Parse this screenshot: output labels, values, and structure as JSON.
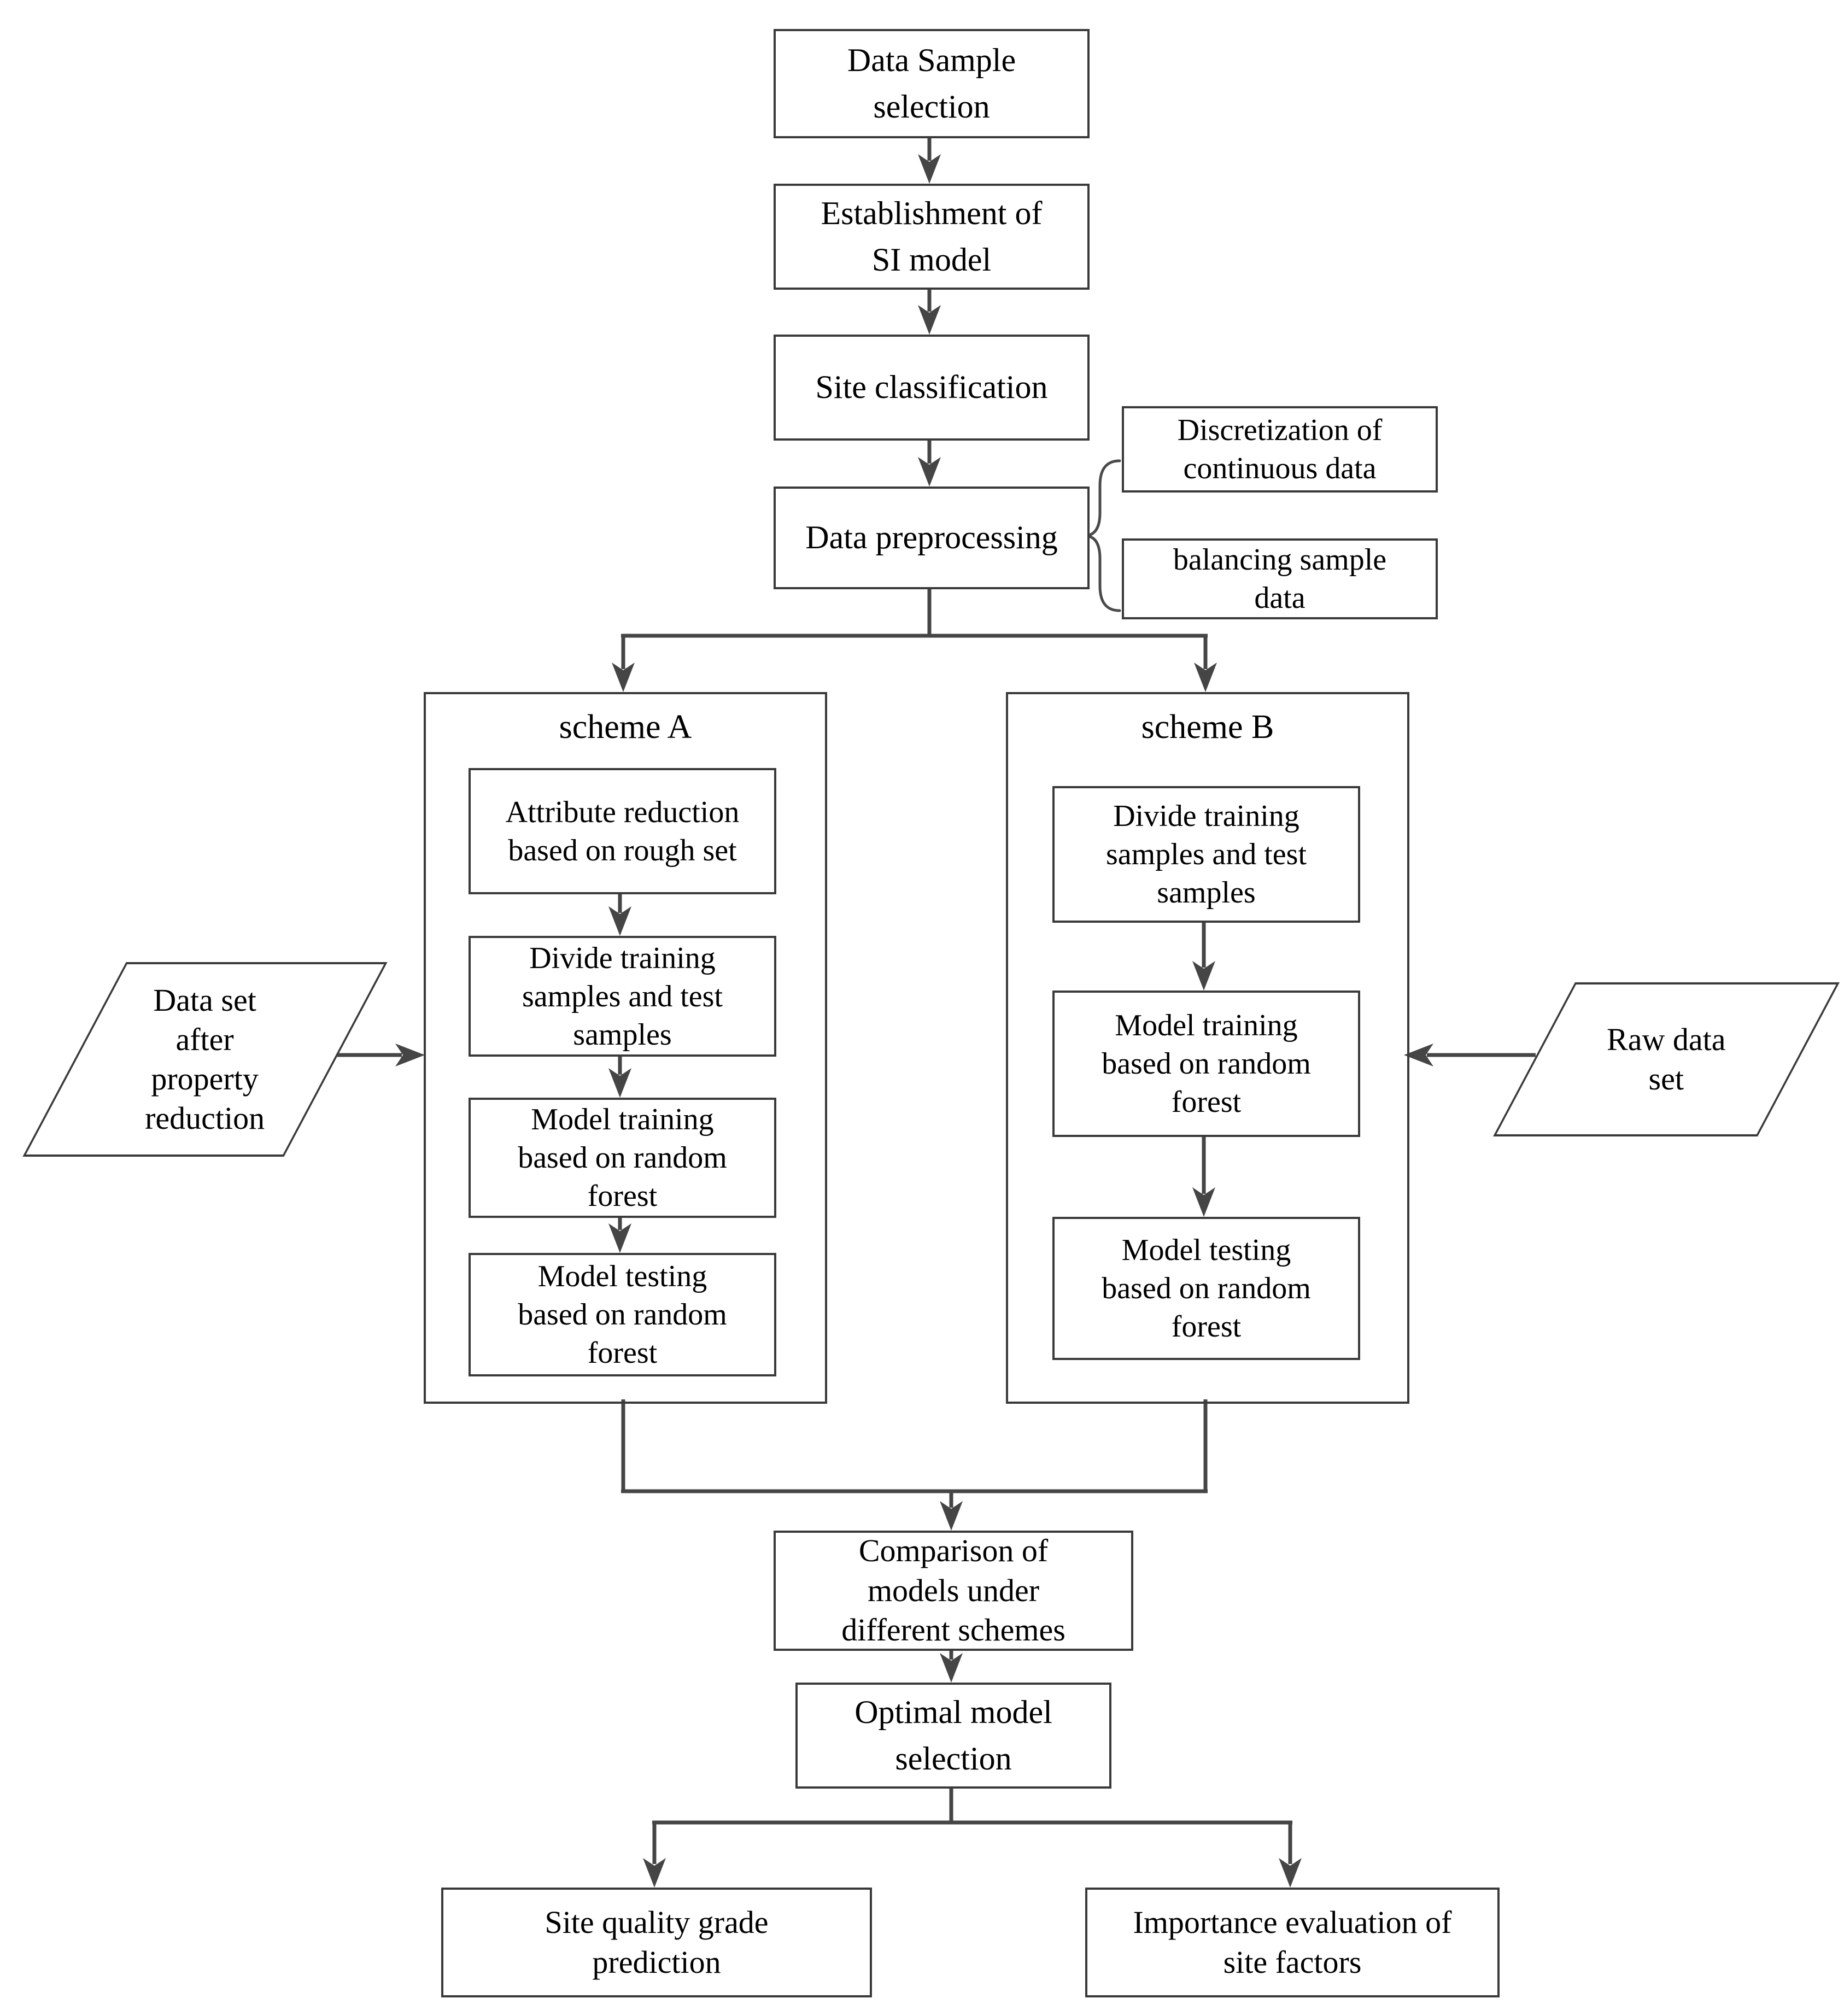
{
  "diagram": {
    "type": "flowchart",
    "colors": {
      "background": "#ffffff",
      "line": "#454545",
      "box_border": "#3a3a3a",
      "text": "#000000"
    },
    "nodes": {
      "data_sample": {
        "shape": "rect",
        "label": [
          "Data Sample",
          "selection"
        ]
      },
      "establishment": {
        "shape": "rect",
        "label": [
          "Establishment of",
          "SI model"
        ]
      },
      "site_classification": {
        "shape": "rect",
        "label": "Site classification"
      },
      "preprocessing": {
        "shape": "rect",
        "label": "Data preprocessing"
      },
      "discretization": {
        "shape": "rect",
        "label": [
          "Discretization of",
          "continuous data"
        ]
      },
      "balancing": {
        "shape": "rect",
        "label": [
          "balancing sample",
          "data"
        ]
      },
      "scheme_a": {
        "shape": "container",
        "label": "scheme A"
      },
      "a_attribute_reduction": {
        "shape": "rect",
        "label": [
          "Attribute reduction",
          "based on rough set"
        ]
      },
      "a_divide": {
        "shape": "rect",
        "label": [
          "Divide training",
          "samples and test",
          "samples"
        ]
      },
      "a_model_training": {
        "shape": "rect",
        "label": [
          "Model training",
          "based on random",
          "forest"
        ]
      },
      "a_model_testing": {
        "shape": "rect",
        "label": [
          "Model testing",
          "based on random",
          "forest"
        ]
      },
      "scheme_b": {
        "shape": "container",
        "label": "scheme B"
      },
      "b_divide": {
        "shape": "rect",
        "label": [
          "Divide training",
          "samples and test",
          "samples"
        ]
      },
      "b_model_training": {
        "shape": "rect",
        "label": [
          "Model training",
          "based on random",
          "forest"
        ]
      },
      "b_model_testing": {
        "shape": "rect",
        "label": [
          "Model testing",
          "based on random",
          "forest"
        ]
      },
      "dataset_after_reduction": {
        "shape": "parallelogram",
        "label": [
          "Data set",
          "after",
          "property",
          "reduction"
        ]
      },
      "raw_dataset": {
        "shape": "parallelogram",
        "label": [
          "Raw data",
          "set"
        ]
      },
      "comparison": {
        "shape": "rect",
        "label": [
          "Comparison of",
          "models under",
          "different schemes"
        ]
      },
      "optimal": {
        "shape": "rect",
        "label": [
          "Optimal model",
          "selection"
        ]
      },
      "site_quality": {
        "shape": "rect",
        "label": [
          "Site quality grade",
          "prediction"
        ]
      },
      "importance": {
        "shape": "rect",
        "label": [
          "Importance evaluation of",
          "site factors"
        ]
      }
    },
    "edges": [
      {
        "from": "data_sample",
        "to": "establishment"
      },
      {
        "from": "establishment",
        "to": "site_classification"
      },
      {
        "from": "site_classification",
        "to": "preprocessing"
      },
      {
        "from": "preprocessing",
        "to": "discretization",
        "style": "brace"
      },
      {
        "from": "preprocessing",
        "to": "balancing",
        "style": "brace"
      },
      {
        "from": "preprocessing",
        "to": "scheme_a"
      },
      {
        "from": "preprocessing",
        "to": "scheme_b"
      },
      {
        "from": "a_attribute_reduction",
        "to": "a_divide"
      },
      {
        "from": "a_divide",
        "to": "a_model_training"
      },
      {
        "from": "a_model_training",
        "to": "a_model_testing"
      },
      {
        "from": "b_divide",
        "to": "b_model_training"
      },
      {
        "from": "b_model_training",
        "to": "b_model_testing"
      },
      {
        "from": "dataset_after_reduction",
        "to": "scheme_a"
      },
      {
        "from": "raw_dataset",
        "to": "scheme_b"
      },
      {
        "from": "scheme_a",
        "to": "comparison"
      },
      {
        "from": "scheme_b",
        "to": "comparison"
      },
      {
        "from": "comparison",
        "to": "optimal"
      },
      {
        "from": "optimal",
        "to": "site_quality"
      },
      {
        "from": "optimal",
        "to": "importance"
      }
    ]
  }
}
